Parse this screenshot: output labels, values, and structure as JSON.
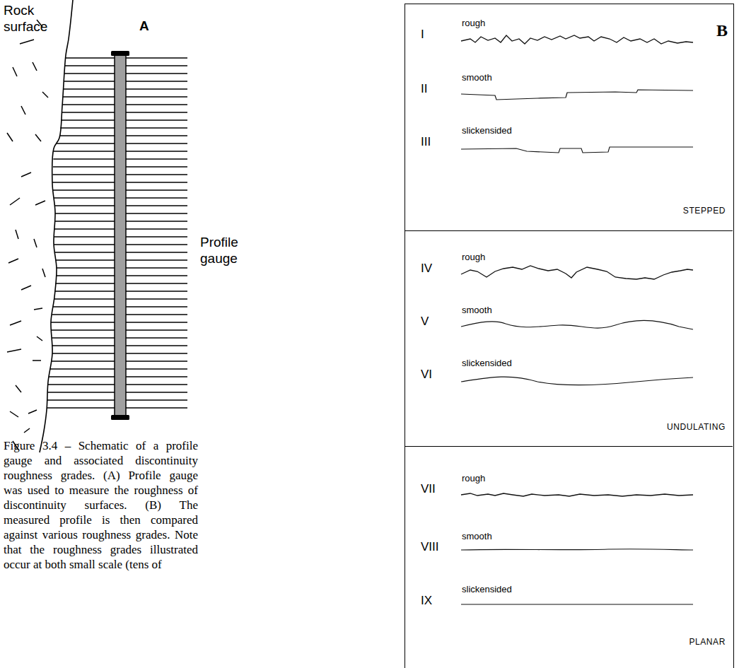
{
  "diagram": {
    "caption": "Figure 3.4 – Schematic of a profile gauge and associated discontinuity roughness grades. (A) Profile gauge was used to measure the roughness of discontinuity surfaces. (B) The measured profile is then compared against various roughness grades. Note that the roughness grades illustrated occur at both small scale (tens of",
    "nodes": [
      {
        "text": [
          "B"
        ]
      },
      {
        "text": [
          "I",
          "rough",
          "II",
          "smooth",
          "III",
          "slickensided",
          "STEPPED"
        ],
        "in": 0
      },
      {
        "text": [
          "IV",
          "rough",
          "V",
          "smooth",
          "VI",
          "slickensided",
          "UNDULATING"
        ],
        "in": 0
      },
      {
        "text": [
          "VII",
          "rough",
          "VIII",
          "smooth",
          "IX",
          "slickensided",
          "PLANAR"
        ],
        "in": 0
      }
    ],
    "labels": [
      "Rock surface",
      "A",
      "Profile gauge"
    ]
  }
}
